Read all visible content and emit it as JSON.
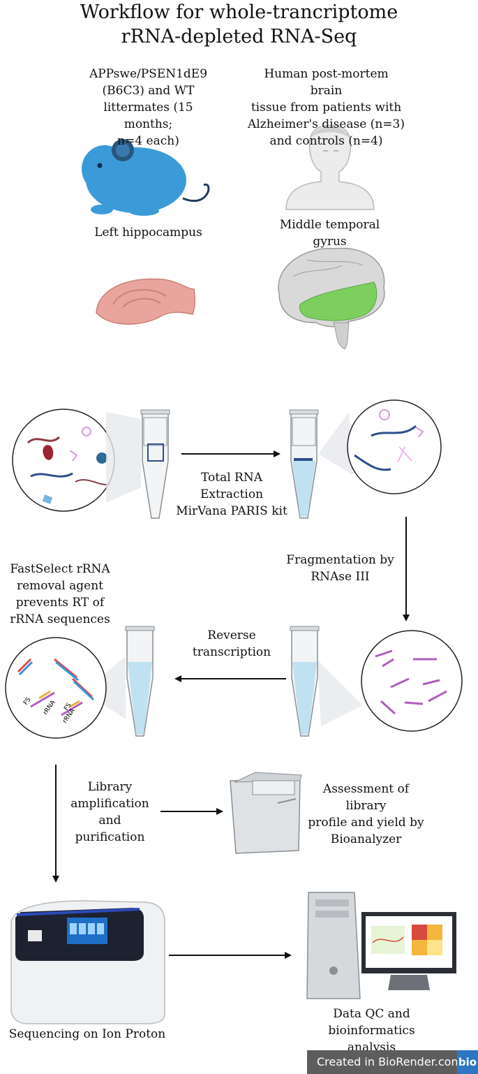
{
  "title": {
    "line1": "Workflow for whole-trancriptome",
    "line2": "rRNA-depleted RNA-Seq"
  },
  "samples": {
    "mouse": {
      "lines": [
        "APPswe/PSEN1dE9",
        "(B6C3) and WT",
        "littermates (15 months;",
        "n=4 each)"
      ],
      "tissue": "Left hippocampus"
    },
    "human": {
      "lines": [
        "Human post-mortem brain",
        "tissue from patients with",
        "Alzheimer's disease (n=3)",
        "and controls (n=4)"
      ],
      "tissue_lines": [
        "Middle temporal",
        "gyrus"
      ]
    }
  },
  "steps": {
    "extraction": [
      "Total RNA",
      "Extraction",
      "MirVana PARIS kit"
    ],
    "fragmentation": [
      "Fragmentation by",
      "RNAse III"
    ],
    "fastselect": [
      "FastSelect rRNA",
      "removal agent",
      "prevents RT of",
      "rRNA sequences"
    ],
    "reverse_transcription": [
      "Reverse",
      "transcription"
    ],
    "library": [
      "Library",
      "amplification",
      "and",
      "purification"
    ],
    "assessment": [
      "Assessment of library",
      "profile and yield by",
      "Bioanalyzer"
    ],
    "sequencing": "Sequencing on Ion Proton",
    "analysis": [
      "Data QC and bioinformatics",
      "analysis"
    ]
  },
  "rrna_labels": {
    "fs": "FS",
    "rrna": "rRNA"
  },
  "badge": {
    "text": "Created in BioRender.com",
    "logo": "bio"
  },
  "colors": {
    "mouse": "#3a9bd8",
    "brain_highlight": "#7ccf5e",
    "hippocampus": "#e8a49d",
    "rna": "#2c4f8a",
    "fragment": "#b05dc0",
    "liquid": "#bfe1f1",
    "badge": "#5d5d5d",
    "badge_logo": "#2e76c1"
  }
}
